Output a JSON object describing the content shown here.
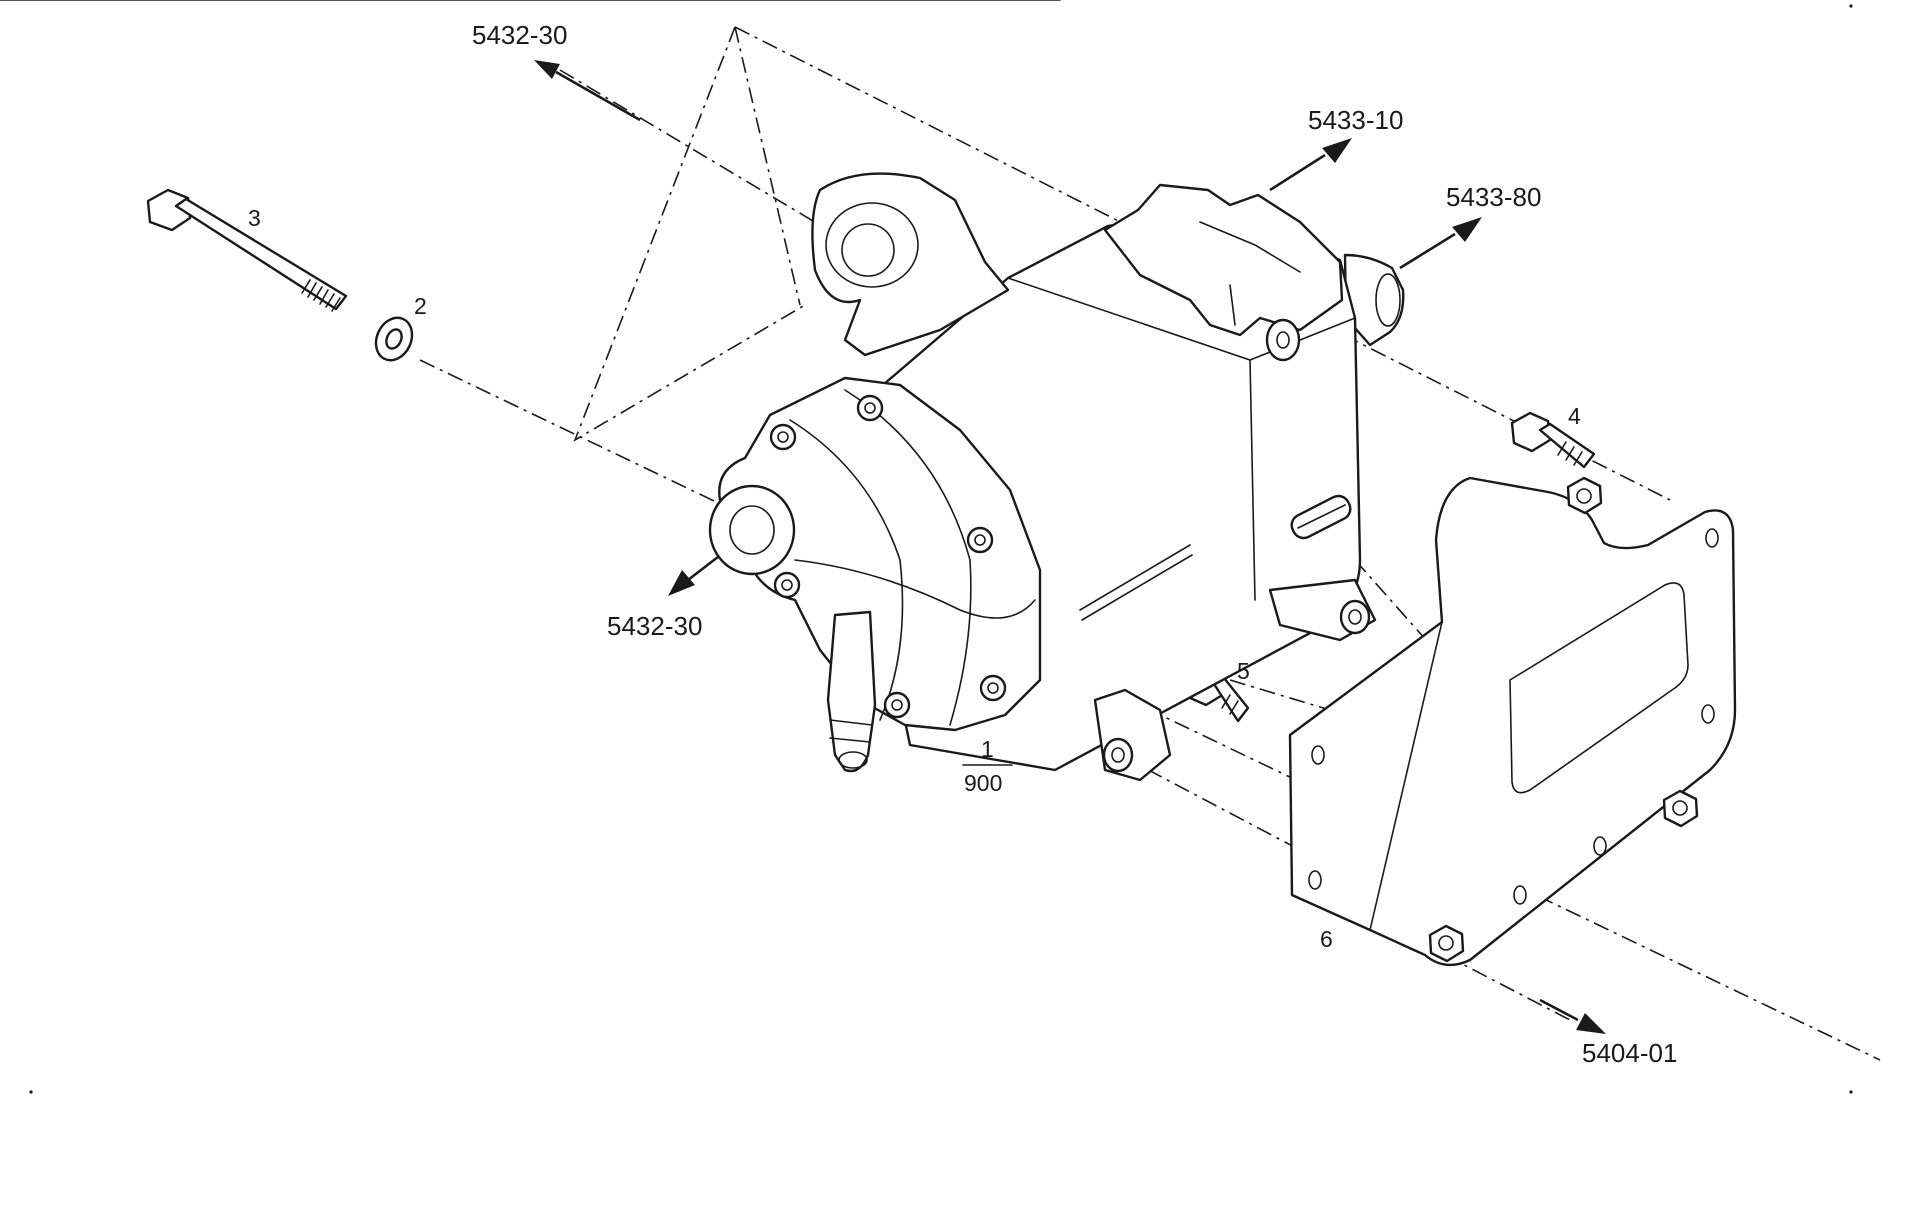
{
  "references": {
    "top_left": "5432-30",
    "top_right_1": "5433-10",
    "top_right_2": "5433-80",
    "left_mid": "5432-30",
    "bottom_right": "5404-01"
  },
  "items": {
    "bolt_long": "3",
    "washer": "2",
    "bolt_short_top": "4",
    "bolt_short_bottom": "5",
    "gasket_plate": "6",
    "main_unit_number": "1",
    "main_unit_qty": "900"
  },
  "colors": {
    "line": "#1a1a1a",
    "background": "#ffffff"
  }
}
